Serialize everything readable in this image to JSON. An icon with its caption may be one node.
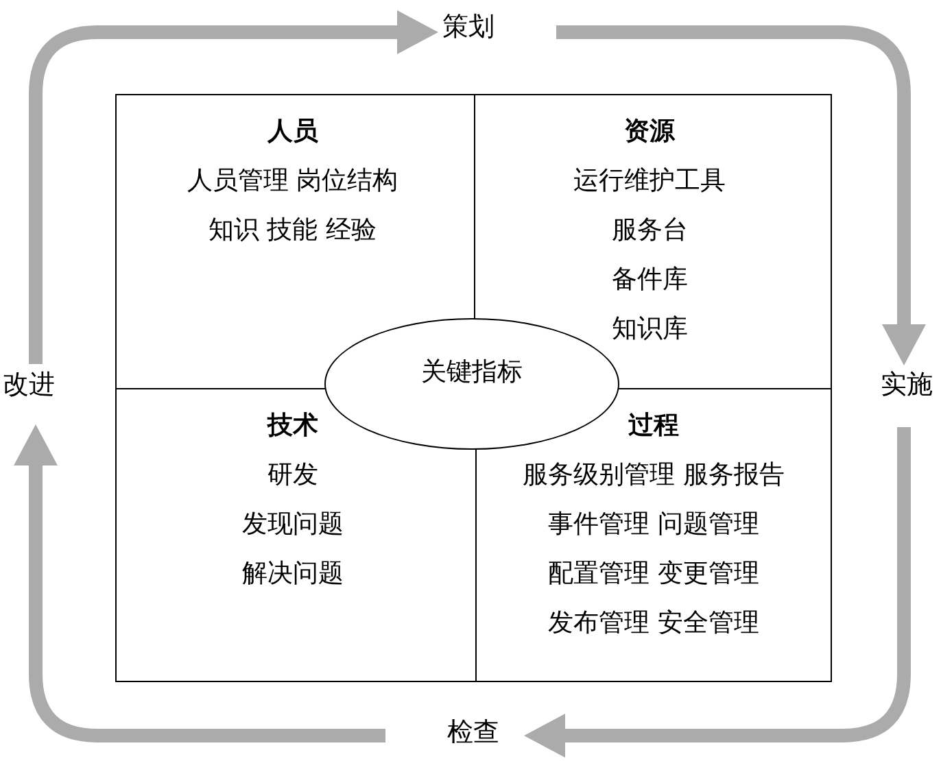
{
  "diagram": {
    "nodes": [
      {
        "text": [
          "策划"
        ]
      },
      {
        "text": [
          "实施"
        ]
      },
      {
        "text": [
          "检查"
        ]
      },
      {
        "text": [
          "改进"
        ]
      },
      {
        "text": [
          "人员",
          "人员管理 岗位结构",
          "知识 技能 经验"
        ]
      },
      {
        "text": [
          "资源",
          "运行维护工具",
          "服务台",
          "备件库",
          "知识库"
        ]
      },
      {
        "text": [
          "技术",
          "研发",
          "发现问题",
          "解决问题"
        ]
      },
      {
        "text": [
          "过程",
          "服务级别管理 服务报告",
          "事件管理 问题管理",
          "配置管理 变更管理",
          "发布管理 安全管理"
        ]
      },
      {
        "text": [
          "关键指标"
        ]
      }
    ],
    "edges": [
      {
        "from": 3,
        "to": 0,
        "arrow": "to"
      },
      {
        "from": 0,
        "to": 1,
        "arrow": "to"
      },
      {
        "from": 1,
        "to": 2,
        "arrow": "to"
      },
      {
        "from": 2,
        "to": 3,
        "arrow": "to"
      }
    ]
  }
}
